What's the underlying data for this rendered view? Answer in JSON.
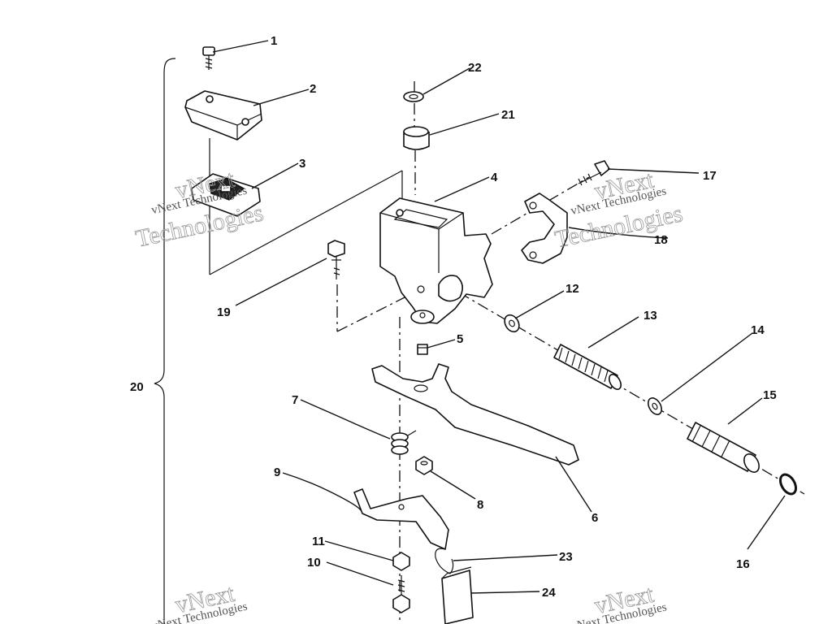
{
  "callouts": {
    "c1": "1",
    "c2": "2",
    "c3": "3",
    "c4": "4",
    "c5": "5",
    "c6": "6",
    "c7": "7",
    "c8": "8",
    "c9": "9",
    "c10": "10",
    "c11": "11",
    "c12": "12",
    "c13": "13",
    "c14": "14",
    "c15": "15",
    "c16": "16",
    "c17": "17",
    "c18": "18",
    "c19": "19",
    "c20": "20",
    "c21": "21",
    "c22": "22",
    "c23": "23",
    "c24": "24"
  },
  "watermark": {
    "brand": "vNext",
    "small_text": "vNext Technologies",
    "large_text": "Technologies"
  }
}
